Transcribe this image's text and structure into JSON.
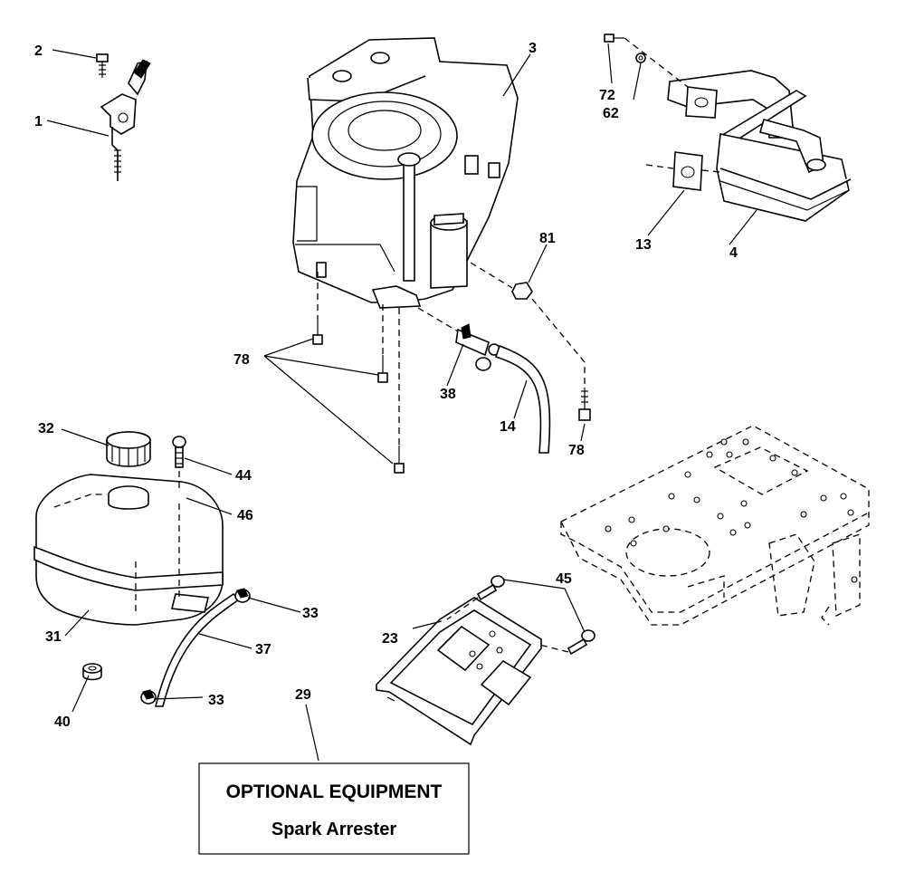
{
  "callouts": [
    {
      "id": "2",
      "label": "2"
    },
    {
      "id": "1",
      "label": "1"
    },
    {
      "id": "3",
      "label": "3"
    },
    {
      "id": "72",
      "label": "72"
    },
    {
      "id": "62",
      "label": "62"
    },
    {
      "id": "13",
      "label": "13"
    },
    {
      "id": "4",
      "label": "4"
    },
    {
      "id": "81",
      "label": "81"
    },
    {
      "id": "78a",
      "label": "78"
    },
    {
      "id": "38",
      "label": "38"
    },
    {
      "id": "14",
      "label": "14"
    },
    {
      "id": "78b",
      "label": "78"
    },
    {
      "id": "32",
      "label": "32"
    },
    {
      "id": "44",
      "label": "44"
    },
    {
      "id": "46",
      "label": "46"
    },
    {
      "id": "33a",
      "label": "33"
    },
    {
      "id": "37",
      "label": "37"
    },
    {
      "id": "31",
      "label": "31"
    },
    {
      "id": "40",
      "label": "40"
    },
    {
      "id": "33b",
      "label": "33"
    },
    {
      "id": "29",
      "label": "29"
    },
    {
      "id": "45",
      "label": "45"
    },
    {
      "id": "23",
      "label": "23"
    }
  ],
  "optional_box": {
    "title": "OPTIONAL EQUIPMENT",
    "subtitle": "Spark Arrester"
  }
}
